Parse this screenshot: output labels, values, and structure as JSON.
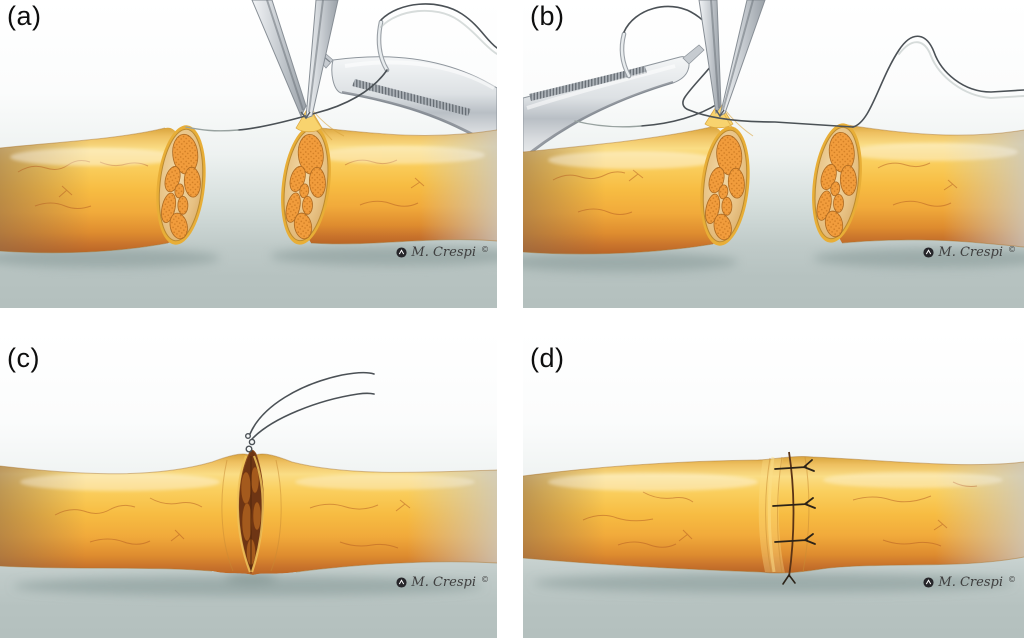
{
  "panels": [
    {
      "id": "a",
      "label": "(a)",
      "signature": {
        "artist": "M. Crespi",
        "copyright": "©"
      }
    },
    {
      "id": "b",
      "label": "(b)",
      "signature": {
        "artist": "M. Crespi",
        "copyright": "©"
      }
    },
    {
      "id": "c",
      "label": "(c)",
      "signature": {
        "artist": "M. Crespi",
        "copyright": "©"
      }
    },
    {
      "id": "d",
      "label": "(d)",
      "signature": {
        "artist": "M. Crespi",
        "copyright": "©"
      }
    }
  ],
  "icons": {
    "logo": "crespi-logo-icon"
  },
  "colors": {
    "background": "#ffffff",
    "panel_floor": "#b4c0be",
    "nerve_gold": "#f7bc42",
    "nerve_dark_edge": "#c06a24",
    "fascicle_orange": "#f19c3c",
    "gap_interior": "#6e3514",
    "instrument_gray": "#d7dbde",
    "suture_thread": "#4b5156",
    "label_text": "#0e0e0e",
    "signature_text": "#3f3f3f"
  }
}
